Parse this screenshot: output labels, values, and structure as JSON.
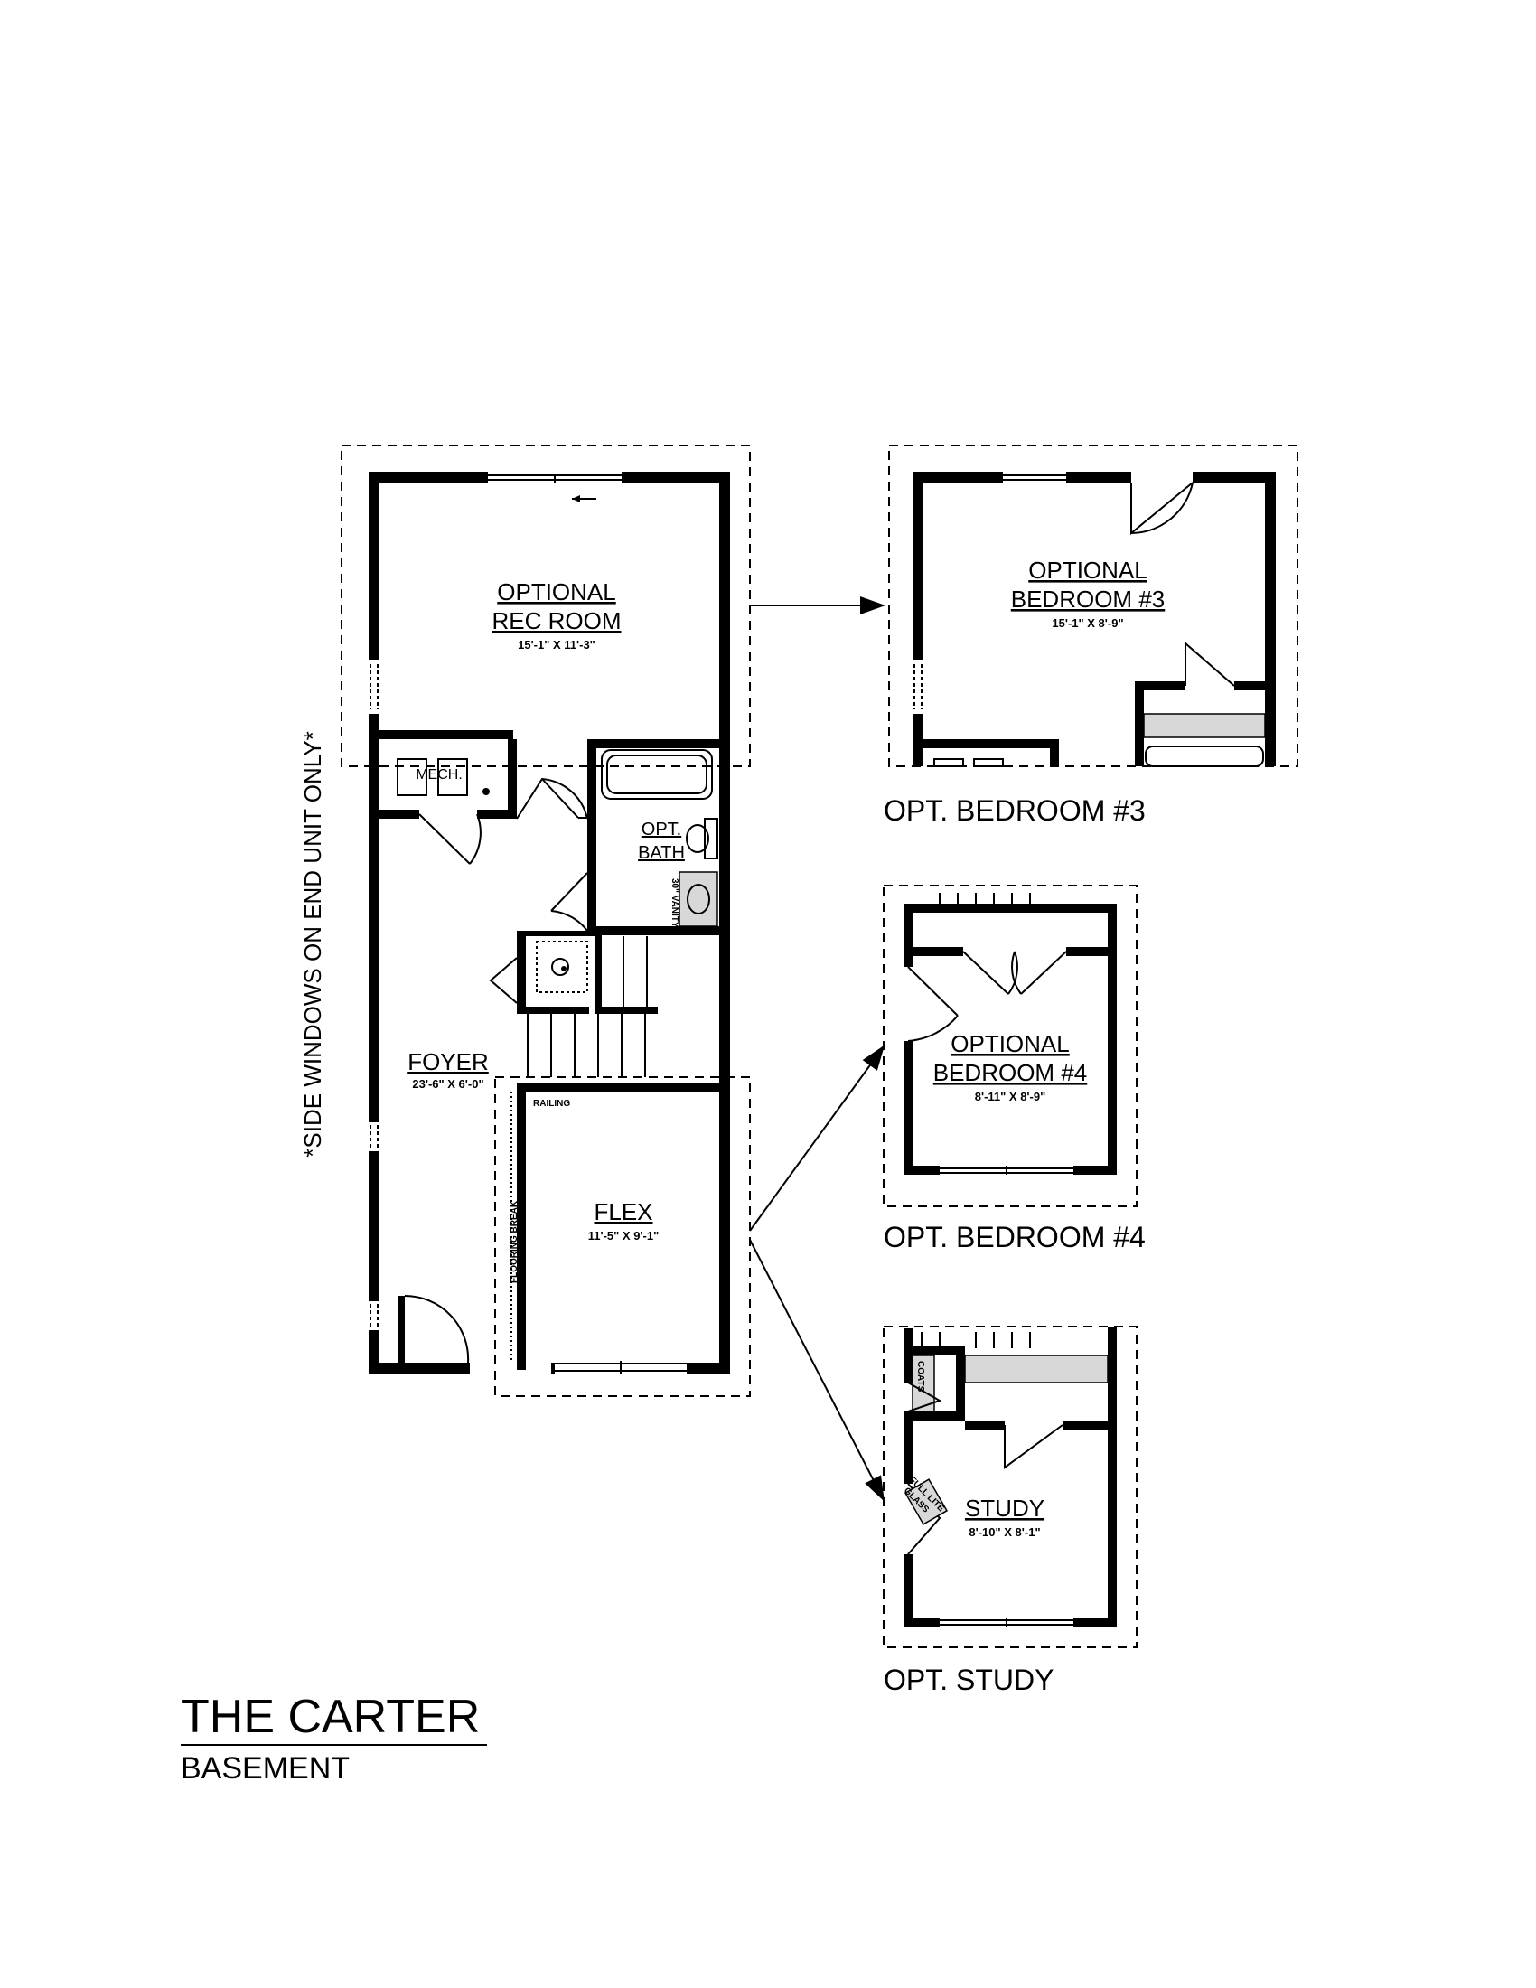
{
  "rooms": {
    "rec_room": {
      "name_line1": "OPTIONAL",
      "name_line2": "REC ROOM",
      "dims": "15'-1\" X 11'-3\""
    },
    "mech": {
      "name": "MECH."
    },
    "opt_bath": {
      "name_line1": "OPT.",
      "name_line2": "BATH",
      "vanity": "30\" VANITY"
    },
    "foyer": {
      "name": "FOYER",
      "dims": "23'-6\" X 6'-0\""
    },
    "flex": {
      "name": "FLEX",
      "dims": "11'-5\" X 9'-1\""
    },
    "railing": "RAILING",
    "flooring_break": "FLOORING BREAK"
  },
  "side_note": "*SIDE WINDOWS ON END UNIT ONLY*",
  "options": {
    "bedroom3": {
      "name_line1": "OPTIONAL",
      "name_line2": "BEDROOM #3",
      "dims": "15'-1\" X 8'-9\"",
      "caption": "OPT. BEDROOM #3"
    },
    "bedroom4": {
      "name_line1": "OPTIONAL",
      "name_line2": "BEDROOM #4",
      "dims": "8'-11\" X 8'-9\"",
      "caption": "OPT. BEDROOM #4"
    },
    "study": {
      "name": "STUDY",
      "dims": "8'-10\" X 8'-1\"",
      "coats": "COATS",
      "glass_line1": "FULL LITE",
      "glass_line2": "GLASS",
      "caption": "OPT. STUDY"
    }
  },
  "title": {
    "main": "THE CARTER",
    "sub": "BASEMENT"
  }
}
